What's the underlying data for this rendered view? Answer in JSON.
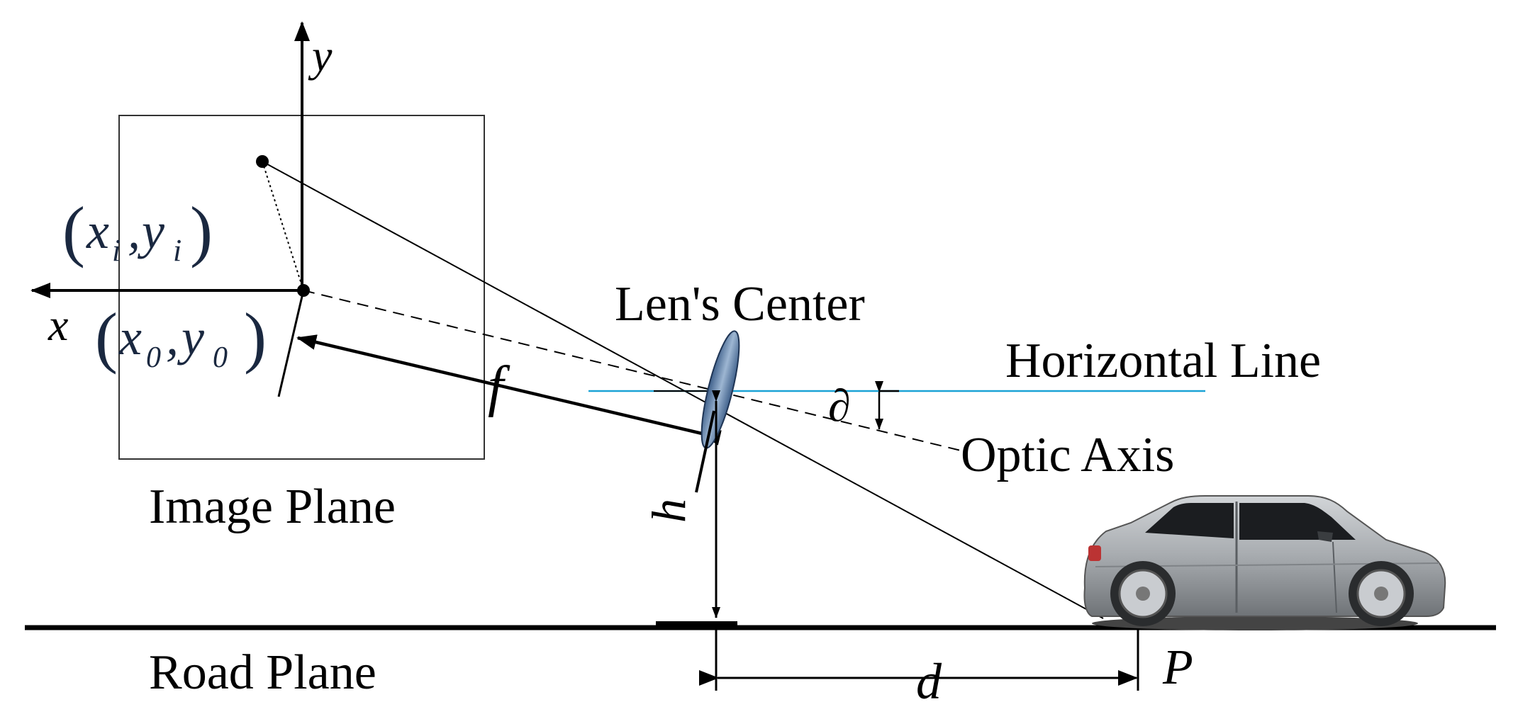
{
  "labels": {
    "image_plane": "Image Plane",
    "road_plane": "Road Plane",
    "lens_center": "Len's Center",
    "horizontal_line": "Horizontal Line",
    "optic_axis": "Optic Axis",
    "x_axis": "x",
    "y_axis": "y",
    "focal_length": "f",
    "height": "h",
    "distance": "d",
    "angle": "∂",
    "point": "P",
    "image_point": {
      "open": "(",
      "x": "x",
      "x_sub": "i",
      "comma": ",",
      "y": "y",
      "y_sub": "i",
      "close": ")"
    },
    "principal_point": {
      "open": "(",
      "x": "x",
      "x_sub": "0",
      "comma": ",",
      "y": "y",
      "y_sub": "0",
      "close": ")"
    }
  },
  "colors": {
    "horizontal_line": "#1ba3d6",
    "lens_fill": "#5a7ea8",
    "car_body": "#a9adb1",
    "ink": "#000000",
    "coord_text": "#1a2840"
  }
}
